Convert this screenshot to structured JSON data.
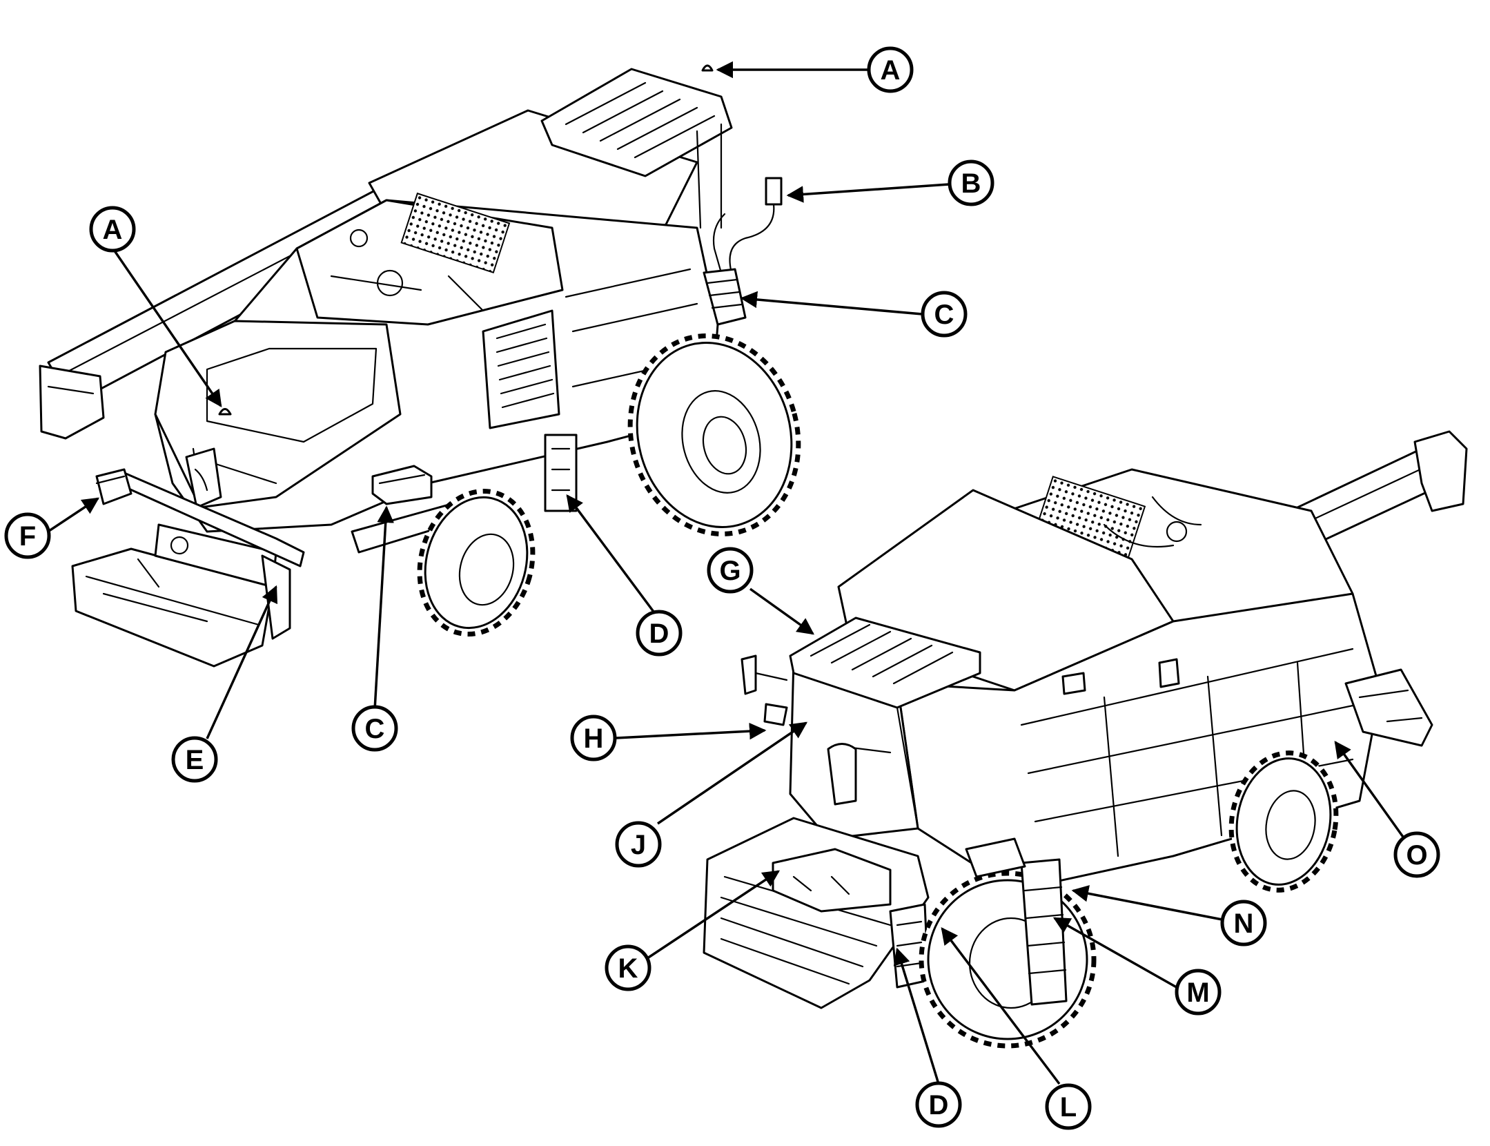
{
  "callouts": {
    "a1": "A",
    "a2": "A",
    "b": "B",
    "c1": "C",
    "c2": "C",
    "d1": "D",
    "d2": "D",
    "e": "E",
    "f": "F",
    "g": "G",
    "h": "H",
    "j": "J",
    "k": "K",
    "l": "L",
    "m": "M",
    "n": "N",
    "o": "O"
  }
}
